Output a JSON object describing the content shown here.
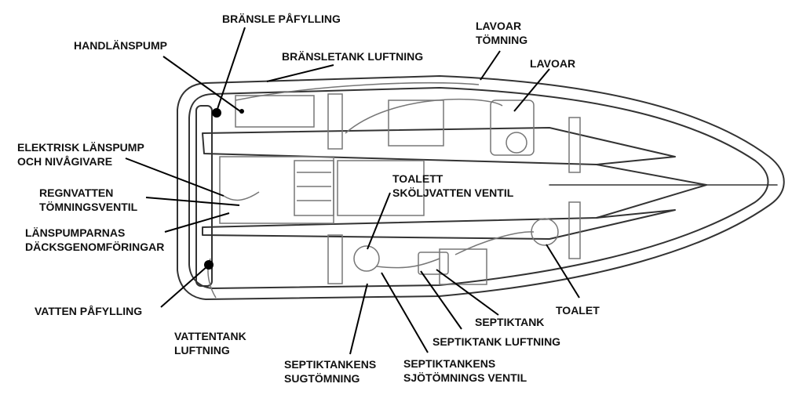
{
  "diagram": {
    "labels": {
      "bransle_pafylling": "BRÄNSLE PÅFYLLING",
      "handlanspump": "HANDLÄNSPUMP",
      "bransletank_luftning": "BRÄNSLETANK LUFTNING",
      "lavoar_tomning_1": "LAVOAR",
      "lavoar_tomning_2": "TÖMNING",
      "lavoar": "LAVOAR",
      "elektrisk_1": "ELEKTRISK LÄNSPUMP",
      "elektrisk_2": "OCH NIVÅGIVARE",
      "regnvatten_1": "REGNVATTEN",
      "regnvatten_2": "TÖMNINGSVENTIL",
      "lanspumparnas_1": "LÄNSPUMPARNAS",
      "lanspumparnas_2": "DÄCKSGENOMFÖRINGAR",
      "toalett_1": "TOALETT",
      "toalett_2": "SKÖLJVATTEN VENTIL",
      "vatten_pafylling": "VATTEN PÅFYLLING",
      "vattentank_1": "VATTENTANK",
      "vattentank_2": "LUFTNING",
      "toalet": "TOALET",
      "septiktank": "SEPTIKTANK",
      "septiktank_luftning": "SEPTIKTANK LUFTNING",
      "sugtomning_1": "SEPTIKTANKENS",
      "sugtomning_2": "SUGTÖMNING",
      "sjotomning_1": "SEPTIKTANKENS",
      "sjotomning_2": "SJÖTÖMNINGS VENTIL"
    },
    "colors": {
      "outline": "#333333",
      "detail": "#777777",
      "pointer": "#000000"
    }
  }
}
